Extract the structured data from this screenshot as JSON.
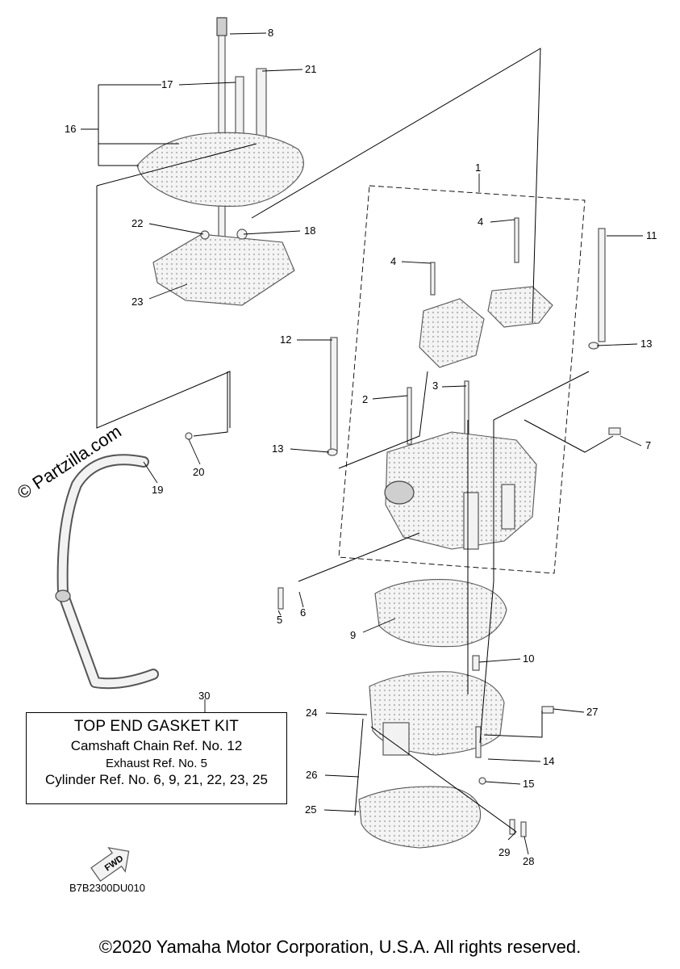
{
  "callouts": {
    "c1": "1",
    "c2": "2",
    "c3": "3",
    "c4a": "4",
    "c4b": "4",
    "c5": "5",
    "c6": "6",
    "c7": "7",
    "c8": "8",
    "c9": "9",
    "c10": "10",
    "c11": "11",
    "c12": "12",
    "c13a": "13",
    "c13b": "13",
    "c14": "14",
    "c15": "15",
    "c16": "16",
    "c17": "17",
    "c18": "18",
    "c19": "19",
    "c20": "20",
    "c21": "21",
    "c22": "22",
    "c23": "23",
    "c24": "24",
    "c25": "25",
    "c26": "26",
    "c27": "27",
    "c28": "28",
    "c29": "29",
    "c30": "30"
  },
  "kit_box": {
    "title": "TOP END GASKET KIT",
    "line1": "Camshaft Chain Ref. No. 12",
    "line2": "Exhaust Ref. No. 5",
    "line3": "Cylinder Ref. No. 6, 9, 21, 22, 23, 25"
  },
  "fwd_label": "FWD",
  "drawing_code": "B7B2300DU010",
  "watermark": "© Partzilla.com",
  "copyright": "©2020 Yamaha Motor Corporation, U.S.A. All rights reserved."
}
